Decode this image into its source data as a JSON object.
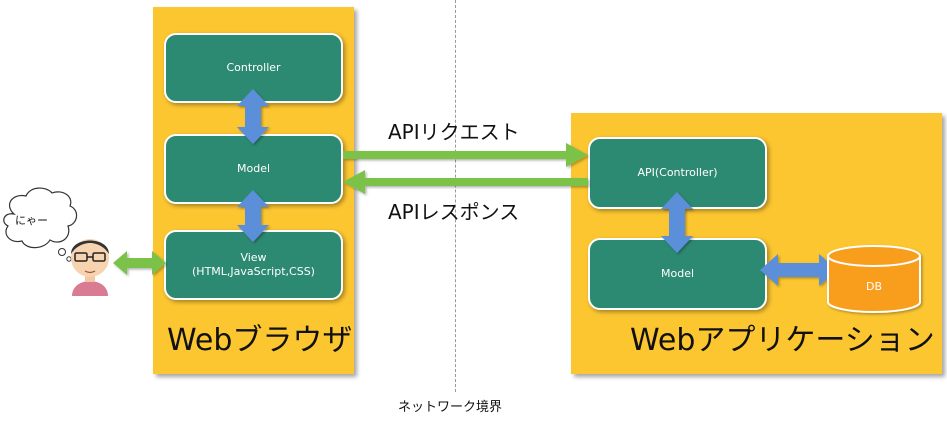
{
  "browser": {
    "title": "Webブラウザ",
    "controller": "Controller",
    "model": "Model",
    "view_line1": "View",
    "view_line2": "(HTML,JavaScript,CSS)"
  },
  "app": {
    "title": "Webアプリケーション",
    "api_controller": "API(Controller)",
    "model": "Model",
    "db": "DB"
  },
  "flows": {
    "request": "APIリクエスト",
    "response": "APIレスポンス"
  },
  "user": {
    "speech": "にゃー"
  },
  "boundary": {
    "label": "ネットワーク境界"
  },
  "colors": {
    "panel": "#fcc631",
    "node": "#2d8a72",
    "db": "#f99d1b",
    "blue_arrow": "#5b8fd9",
    "green_arrow": "#7cc24a"
  }
}
